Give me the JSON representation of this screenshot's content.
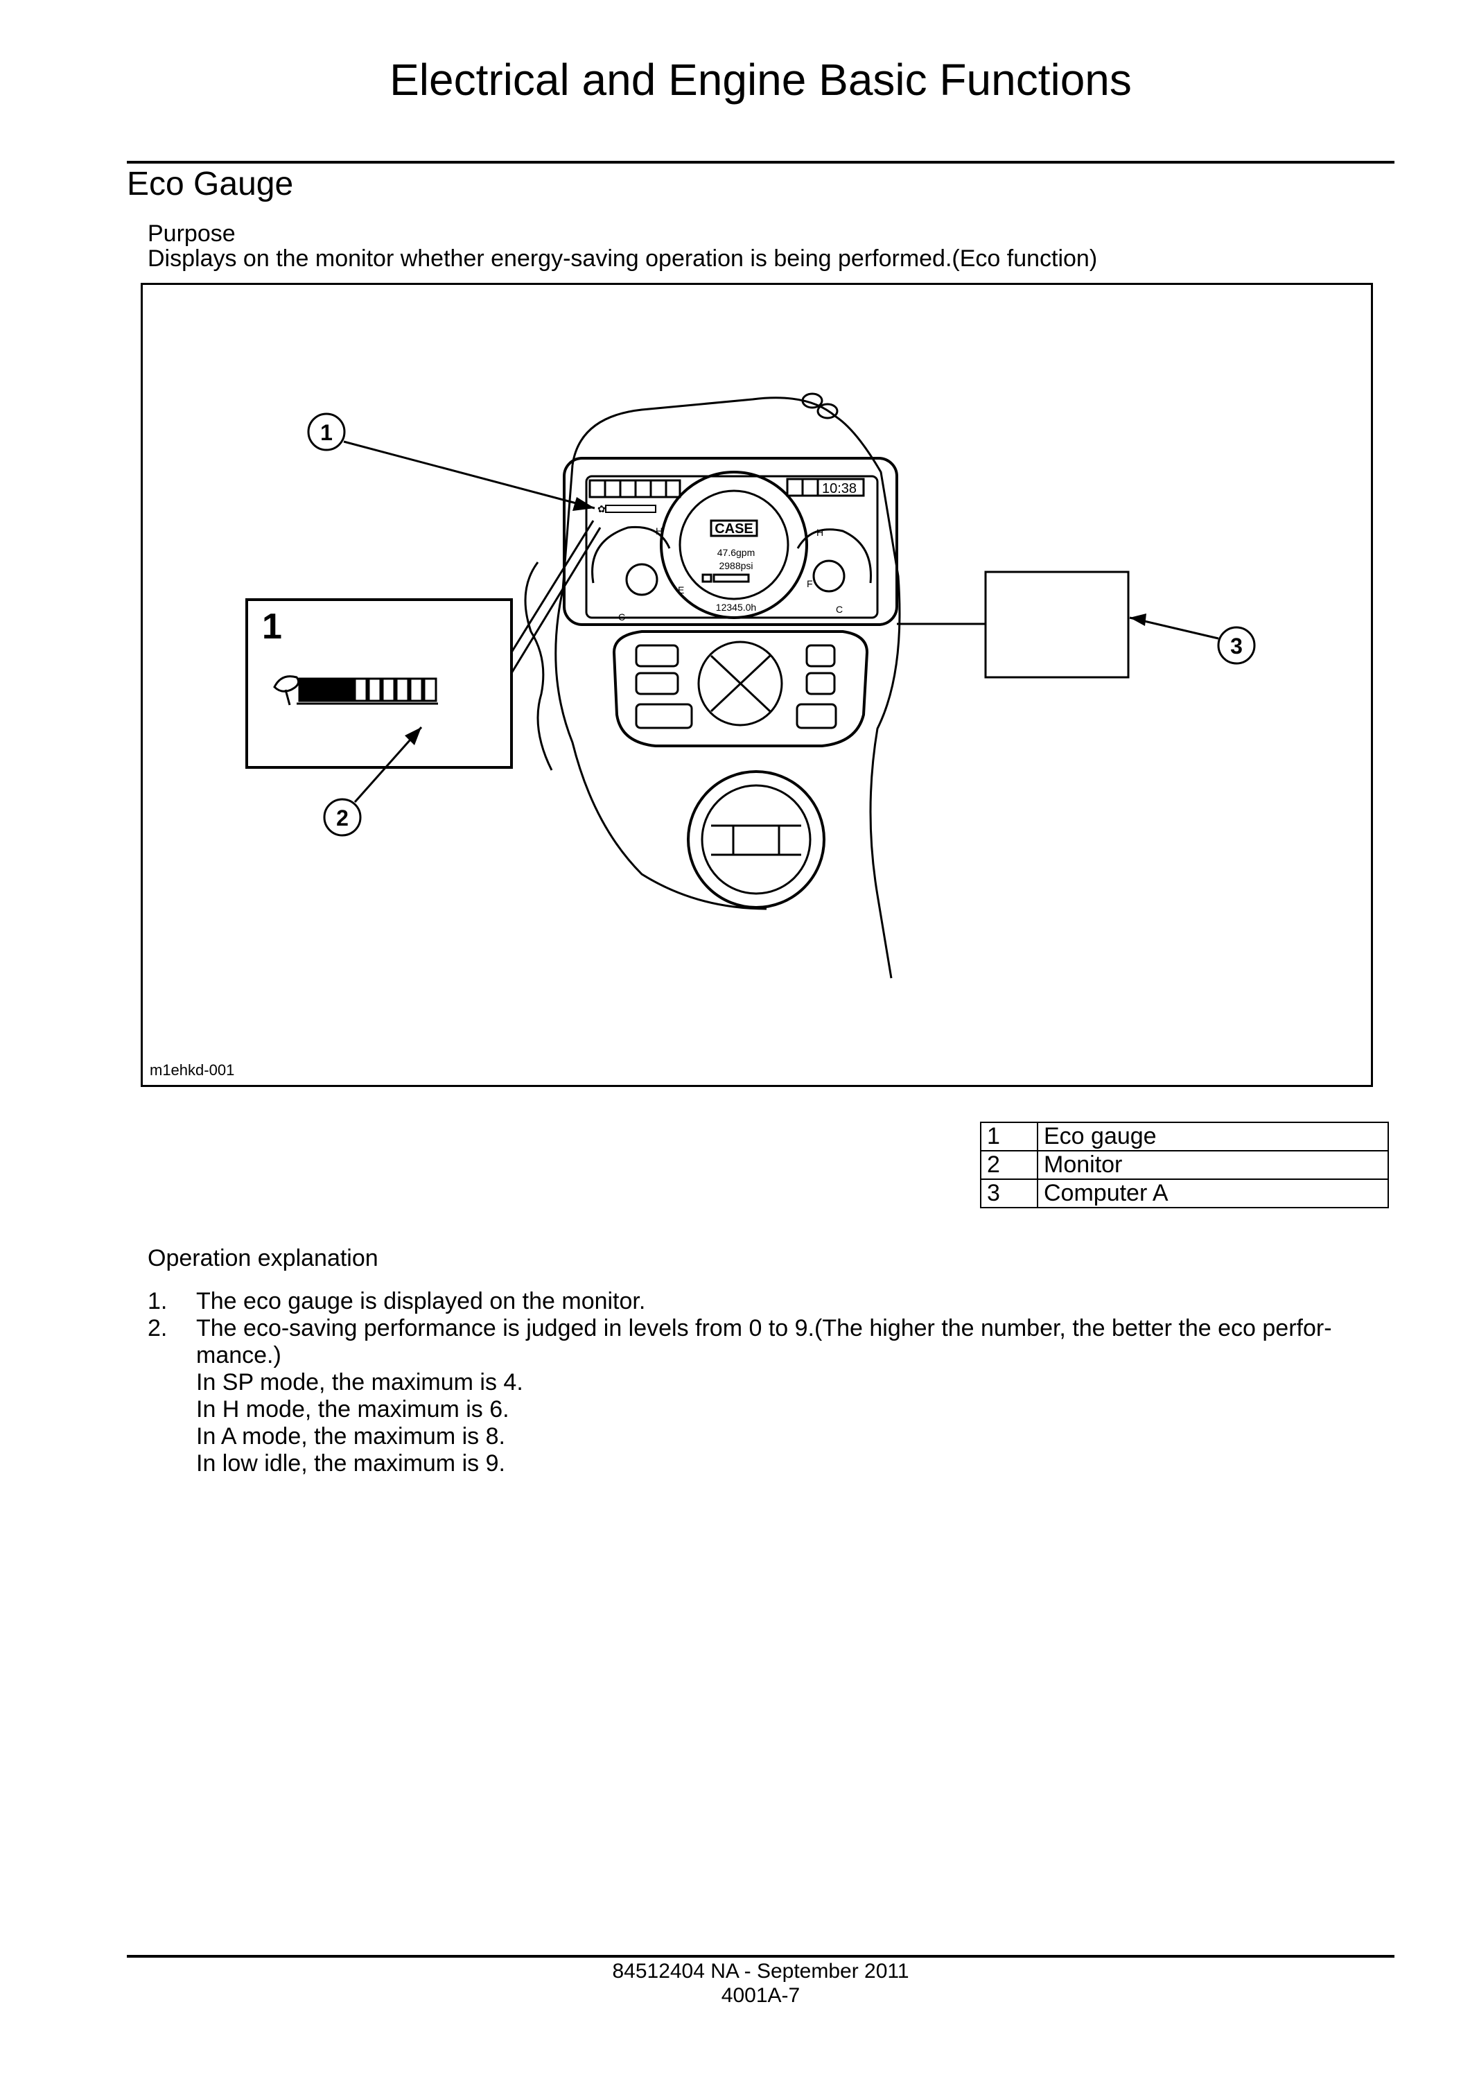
{
  "header": {
    "title": "Electrical and Engine Basic Functions"
  },
  "section": {
    "heading": "Eco Gauge",
    "purpose_label": "Purpose",
    "purpose_text": "Displays on the monitor whether energy-saving operation is being performed.(Eco function)"
  },
  "figure": {
    "caption": "m1ehkd-001",
    "callouts": [
      "1",
      "2",
      "3"
    ],
    "monitor_screen": {
      "clock": "10:38",
      "flow": "47.6gpm",
      "pressure": "2988psi",
      "hour_meter": "12345.0h",
      "brand": "CASE",
      "gauge_letters": [
        "H",
        "E",
        "F",
        "C"
      ]
    },
    "eco_gauge_inset": {
      "label": "1",
      "filled_segments": 4,
      "total_segments": 10
    }
  },
  "legend": [
    {
      "num": "1",
      "label": "Eco gauge"
    },
    {
      "num": "2",
      "label": "Monitor"
    },
    {
      "num": "3",
      "label": "Computer A"
    }
  ],
  "operation": {
    "heading": "Operation explanation",
    "items": [
      {
        "num": "1.",
        "text": "The eco gauge is displayed on the monitor."
      },
      {
        "num": "2.",
        "text": "The eco-saving performance is judged in levels from 0 to 9.(The higher the number, the better the eco perfor-mance.)"
      }
    ],
    "modes": [
      "In SP mode, the maximum is 4.",
      "In H mode, the maximum is 6.",
      "In A mode, the maximum is 8.",
      "In low idle, the maximum is 9."
    ]
  },
  "footer": {
    "doc": "84512404 NA - September 2011",
    "page": "4001A-7"
  }
}
